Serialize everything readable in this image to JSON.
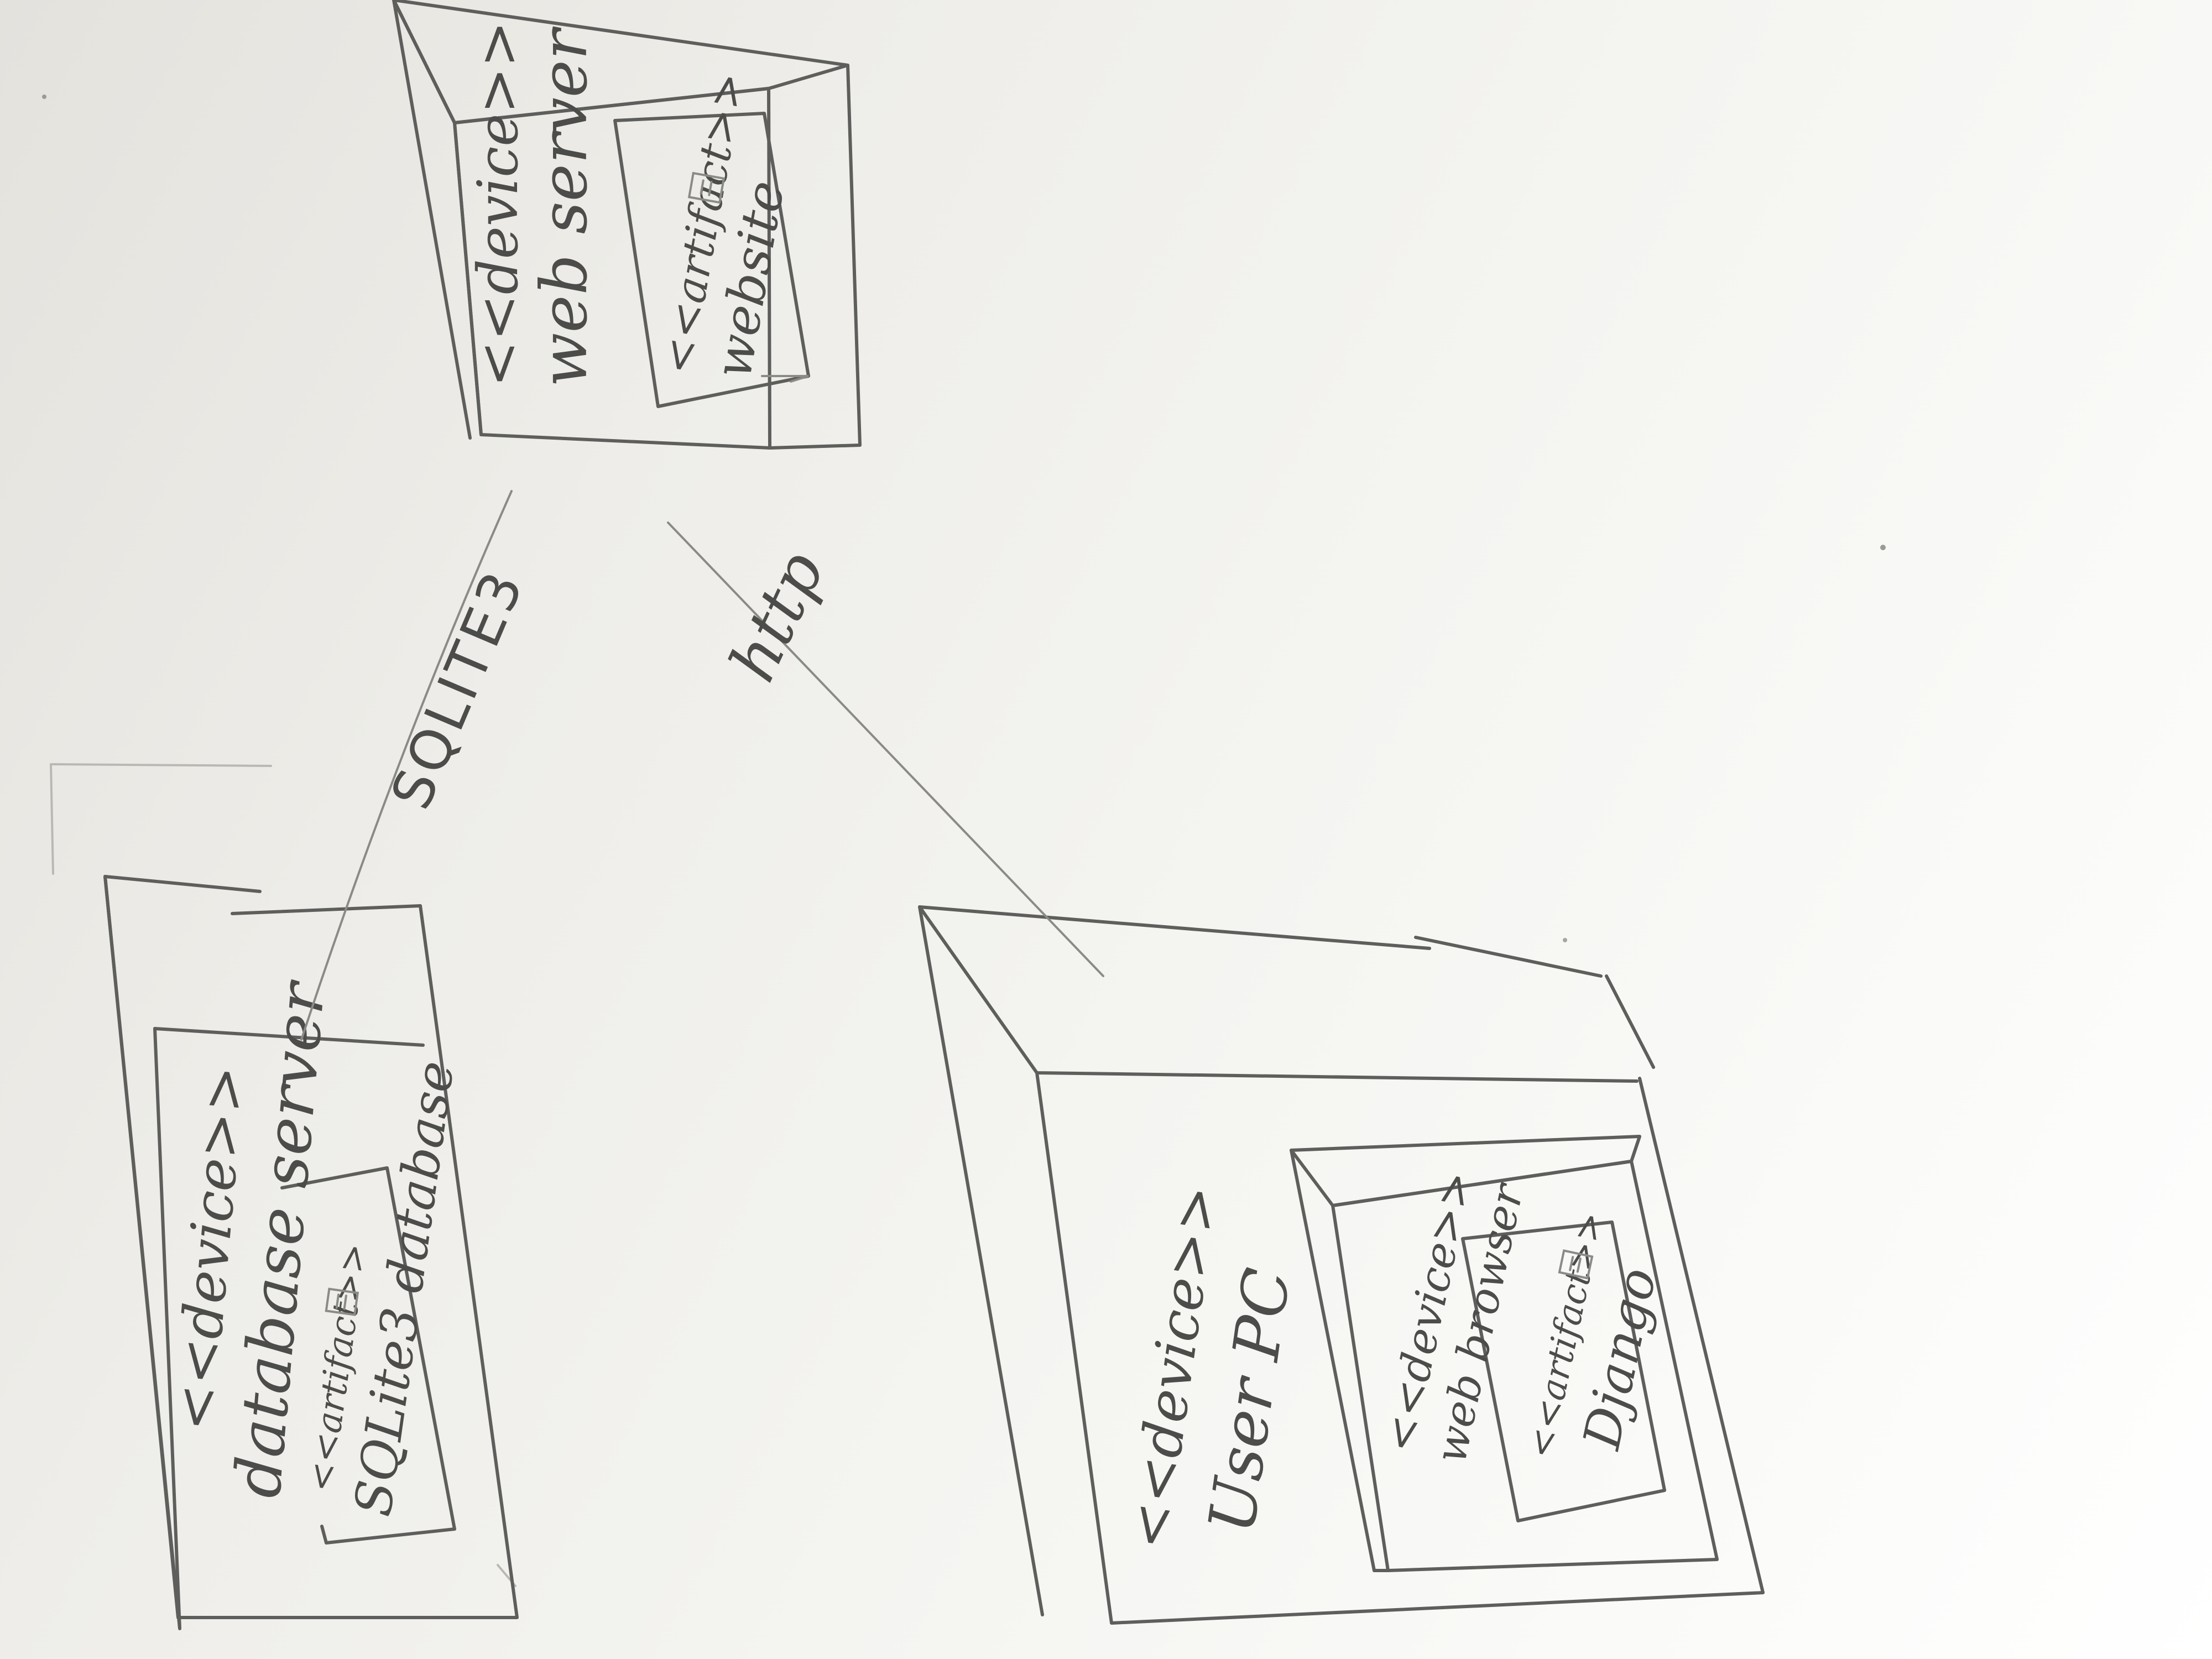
{
  "nodes": {
    "web_server": {
      "stereotype": "<<device>>",
      "name": "web server",
      "artifact": {
        "stereotype": "<<artifact>>",
        "name": "website",
        "icon": "artifact-document-icon"
      }
    },
    "database_server": {
      "stereotype": "<<device>>",
      "name": "database server",
      "artifact": {
        "stereotype": "<<artifact>>",
        "name": "SQLite3 database",
        "icon": "artifact-document-icon"
      }
    },
    "user_pc": {
      "stereotype": "<<device>>",
      "name": "User PC",
      "inner_device": {
        "stereotype": "<<device>>",
        "name": "web browser",
        "artifact": {
          "stereotype": "<<artifact>>",
          "name": "Django",
          "icon": "artifact-document-icon"
        }
      }
    }
  },
  "connections": [
    {
      "from": "web_server",
      "to": "database_server",
      "label": "SQLITE3"
    },
    {
      "from": "web_server",
      "to": "user_pc",
      "label": "http"
    }
  ]
}
